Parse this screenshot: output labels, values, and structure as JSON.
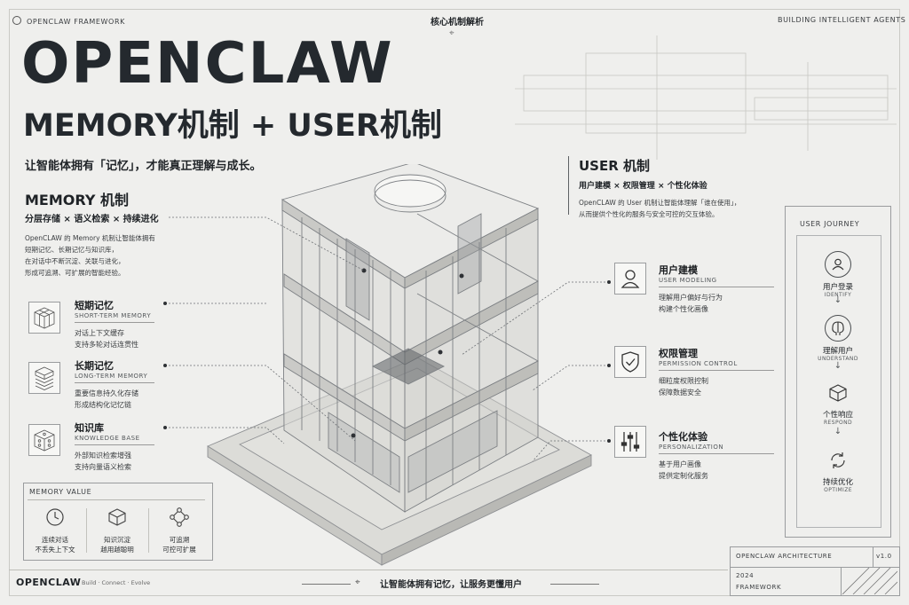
{
  "header": {
    "left": "OPENCLAW FRAMEWORK",
    "center": "核心机制解析",
    "right": "BUILDING INTELLIGENT AGENTS"
  },
  "hero": {
    "title": "OPENCLAW",
    "subtitle": "MEMORY机制 + USER机制",
    "tagline": "让智能体拥有「记忆」，才能真正理解与成长。"
  },
  "memory": {
    "title": "MEMORY 机制",
    "keywords": "分层存储 × 语义检索 × 持续进化",
    "intro": [
      "OpenCLAW 的 Memory 机制让智能体拥有",
      "短期记忆、长期记忆与知识库，",
      "在对话中不断沉淀、关联与进化，",
      "形成可追溯、可扩展的智能经验。"
    ],
    "items": [
      {
        "title": "短期记忆",
        "en": "SHORT-TERM MEMORY",
        "desc": [
          "对话上下文缓存",
          "支持多轮对话连贯性"
        ],
        "icon": "cube-grid-icon"
      },
      {
        "title": "长期记忆",
        "en": "LONG-TERM MEMORY",
        "desc": [
          "重要信息持久化存储",
          "形成结构化记忆链"
        ],
        "icon": "stacked-layers-icon"
      },
      {
        "title": "知识库",
        "en": "KNOWLEDGE BASE",
        "desc": [
          "外部知识检索增强",
          "支持向量语义检索"
        ],
        "icon": "knowledge-cube-icon"
      }
    ]
  },
  "memory_value": {
    "title": "MEMORY VALUE",
    "items": [
      {
        "l1": "连续对话",
        "l2": "不丢失上下文",
        "icon": "clock-icon"
      },
      {
        "l1": "知识沉淀",
        "l2": "越用越聪明",
        "icon": "box-icon"
      },
      {
        "l1": "可追溯",
        "l2": "可控可扩展",
        "icon": "network-icon"
      }
    ]
  },
  "user": {
    "title": "USER 机制",
    "keywords": "用户建模 × 权限管理 × 个性化体验",
    "intro": [
      "OpenCLAW 的 User 机制让智能体理解「谁在使用」，",
      "从而提供个性化的服务与安全可控的交互体验。"
    ],
    "items": [
      {
        "title": "用户建模",
        "en": "USER MODELING",
        "desc": [
          "理解用户偏好与行为",
          "构建个性化画像"
        ],
        "icon": "user-icon"
      },
      {
        "title": "权限管理",
        "en": "PERMISSION CONTROL",
        "desc": [
          "细粒度权限控制",
          "保障数据安全"
        ],
        "icon": "shield-icon"
      },
      {
        "title": "个性化体验",
        "en": "PERSONALIZATION",
        "desc": [
          "基于用户画像",
          "提供定制化服务"
        ],
        "icon": "sliders-icon"
      }
    ]
  },
  "journey": {
    "title": "USER JOURNEY",
    "steps": [
      {
        "cn": "用户登录",
        "en": "IDENTIFY",
        "icon": "user-circle-icon"
      },
      {
        "cn": "理解用户",
        "en": "UNDERSTAND",
        "icon": "brain-icon"
      },
      {
        "cn": "个性响应",
        "en": "RESPOND",
        "icon": "cube-icon"
      },
      {
        "cn": "持续优化",
        "en": "OPTIMIZE",
        "icon": "refresh-icon"
      }
    ]
  },
  "footer": {
    "brand": "OPENCLAW",
    "brand_sub": "Build · Connect · Evolve",
    "center": "让智能体拥有记忆，让服务更懂用户",
    "arch": "OPENCLAW ARCHITECTURE",
    "version": "v1.0",
    "year": "2024",
    "framework": "FRAMEWORK"
  }
}
